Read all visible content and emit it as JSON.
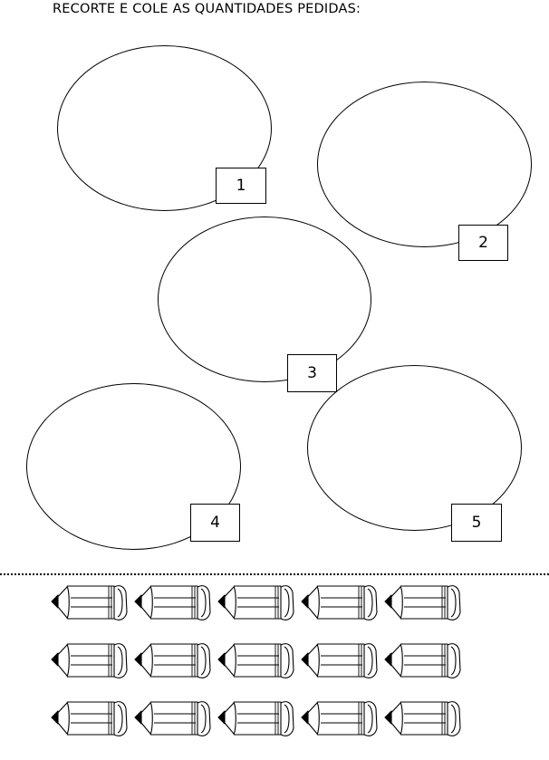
{
  "instruction": "RECORTE E COLE AS QUANTIDADES PEDIDAS:",
  "groups": [
    {
      "number": "1"
    },
    {
      "number": "2"
    },
    {
      "number": "3"
    },
    {
      "number": "4"
    },
    {
      "number": "5"
    }
  ],
  "cutouts": {
    "item_icon": "pencil-icon",
    "rows": 3,
    "per_row": 5,
    "total": 15
  }
}
